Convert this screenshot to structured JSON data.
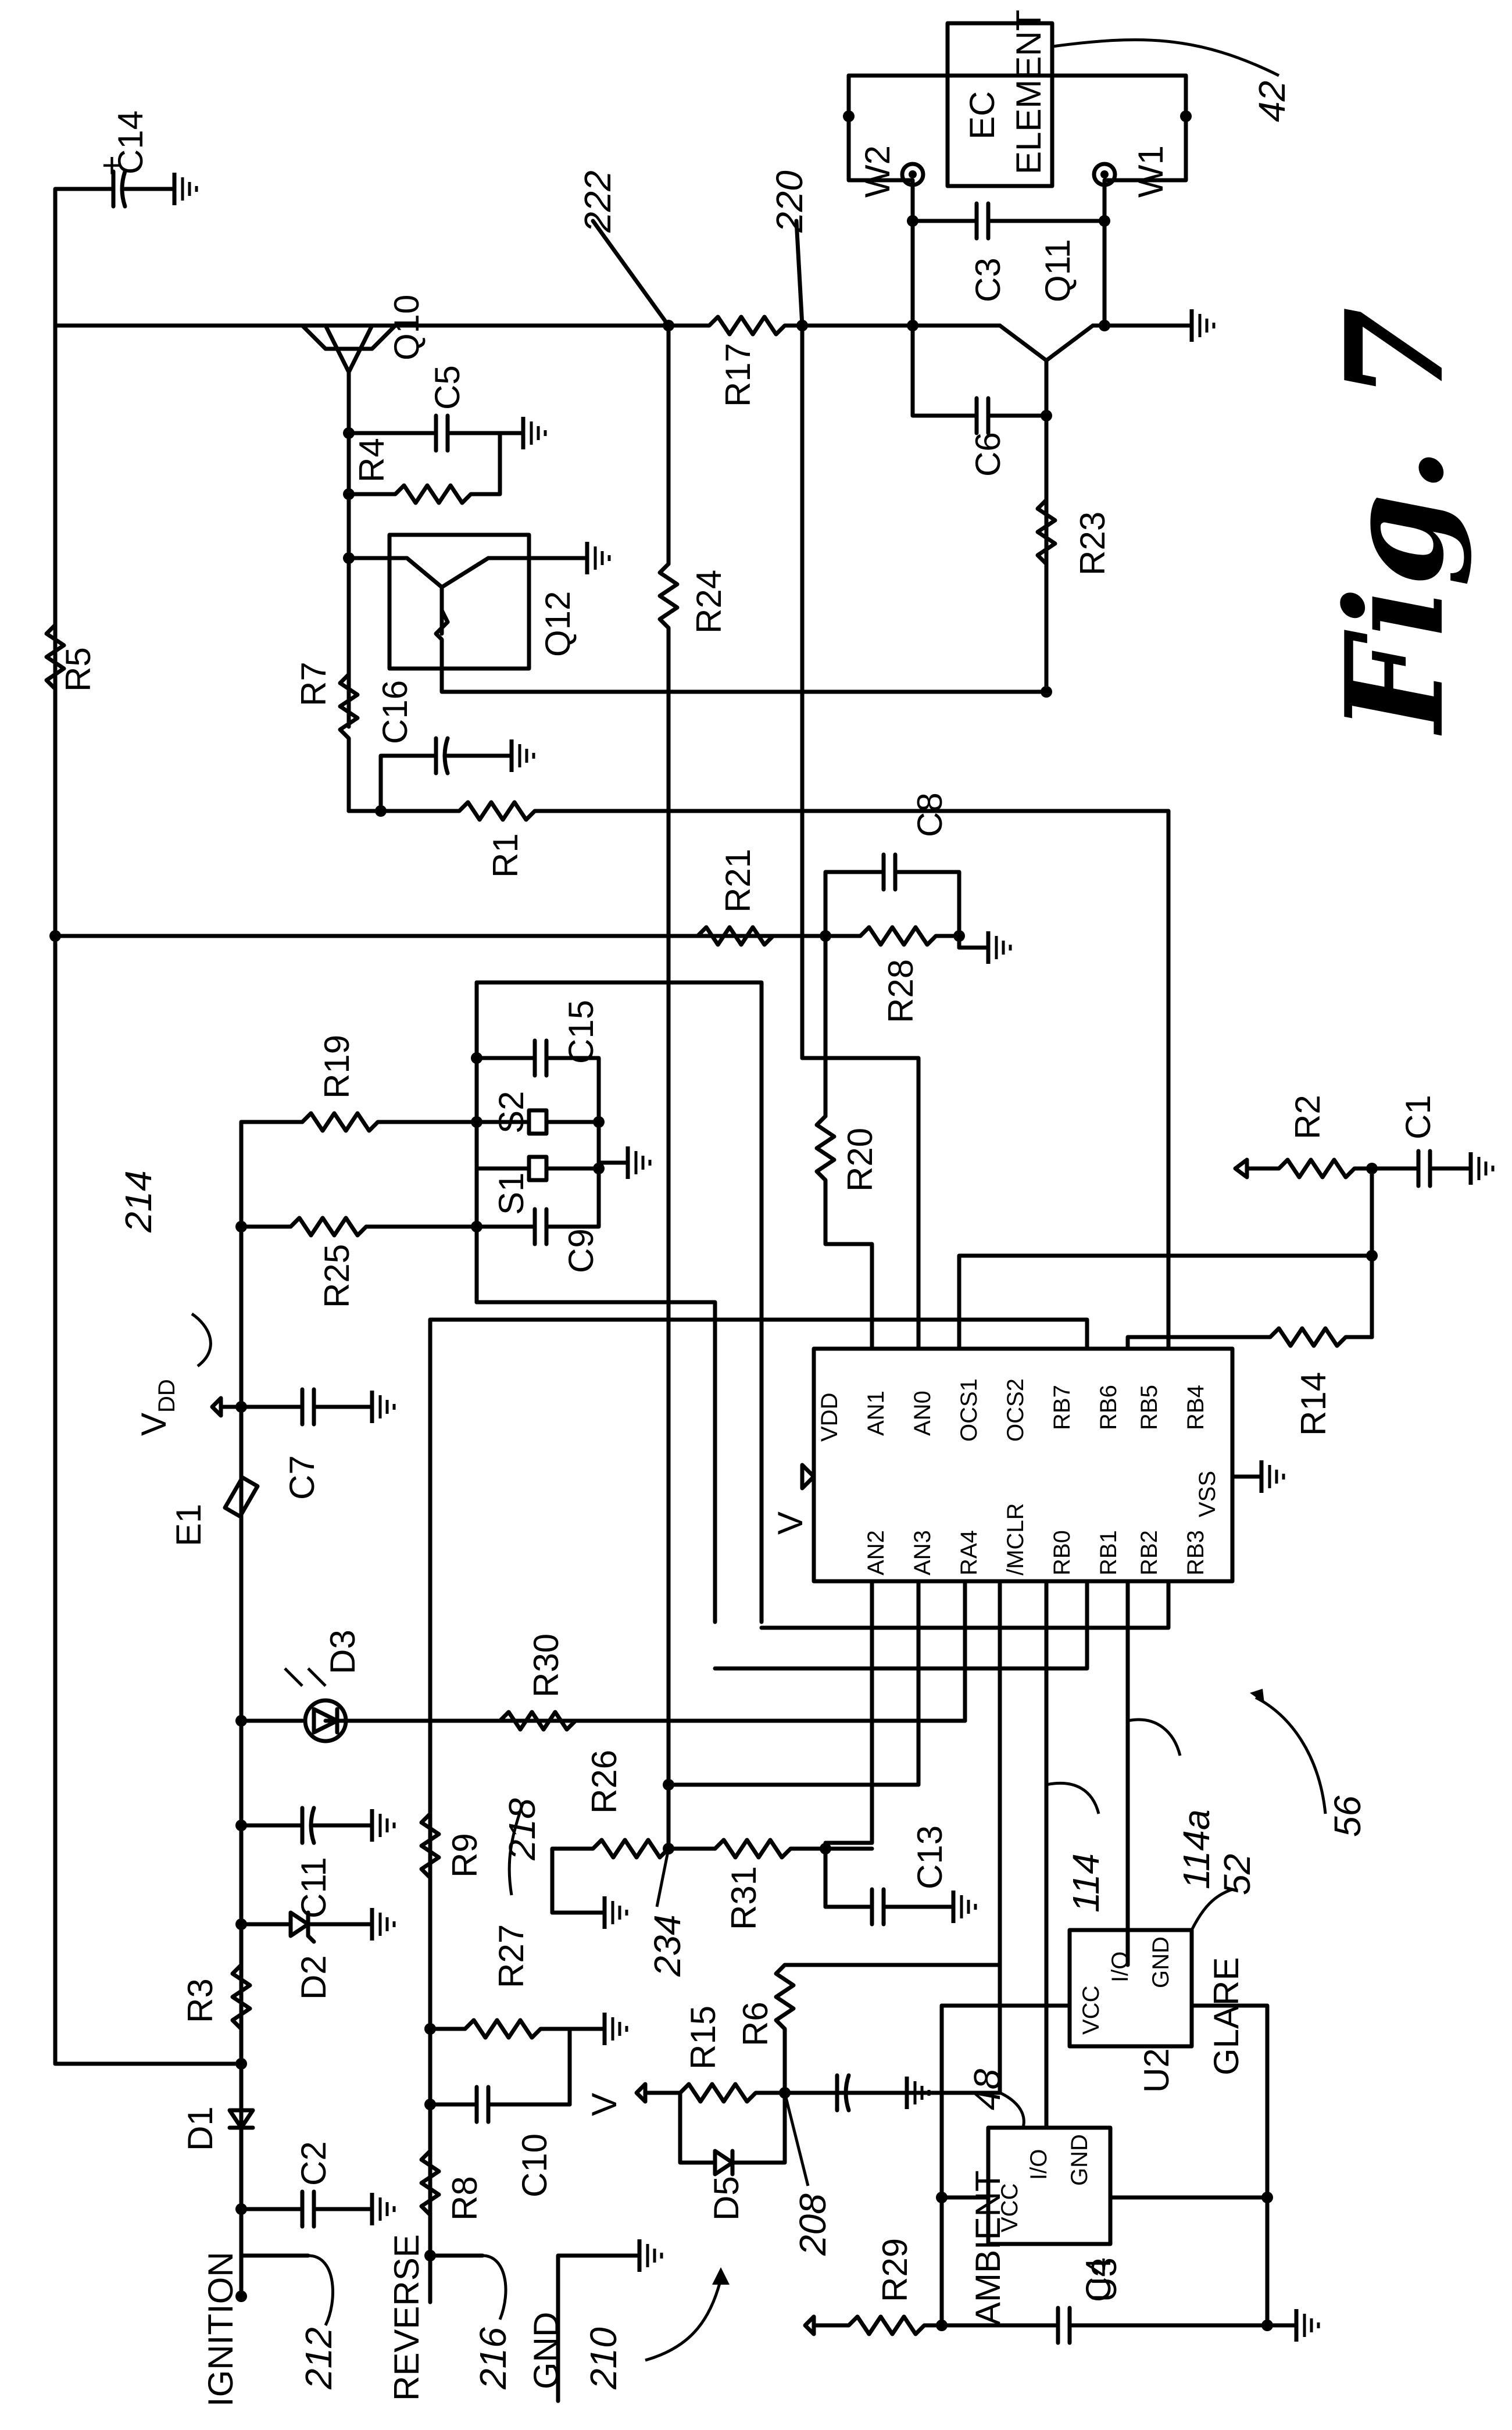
{
  "figure": {
    "title": "Fig. 7"
  },
  "refs": {
    "r42": "42",
    "r222": "222",
    "r220": "220",
    "r214": "214",
    "r218": "218",
    "r234": "234",
    "r208": "208",
    "r210": "210",
    "r212": "212",
    "r216": "216",
    "r114": "114",
    "r114a": "114a",
    "r56": "56",
    "r52": "52",
    "r48": "48"
  },
  "labels": {
    "ec1": "EC",
    "ec2": "ELEMENT",
    "w1": "W1",
    "w2": "W2",
    "c14": "C14",
    "q10": "Q10",
    "c5": "C5",
    "r4": "R4",
    "r17": "R17",
    "c3": "C3",
    "q11": "Q11",
    "c6": "C6",
    "r23": "R23",
    "r5": "R5",
    "r7": "R7",
    "q12": "Q12",
    "r24": "R24",
    "c16": "C16",
    "r1": "R1",
    "r21": "R21",
    "c8": "C8",
    "r28": "R28",
    "c15": "C15",
    "r19": "R19",
    "s2": "S2",
    "s1": "S1",
    "c9": "C9",
    "r25": "R25",
    "r20": "R20",
    "r2": "R2",
    "c1": "C1",
    "r14": "R14",
    "vdd": "V",
    "vdd_sub": "DD",
    "c7": "C7",
    "e1": "E1",
    "d3": "D3",
    "r30": "R30",
    "r26": "R26",
    "c11": "C11",
    "d2": "D2",
    "r9": "R9",
    "r3": "R3",
    "r27": "R27",
    "r31": "R31",
    "c13": "C13",
    "d1": "D1",
    "c2": "C2",
    "r8": "R8",
    "c10": "C10",
    "r15": "R15",
    "r6": "R6",
    "d5": "D5",
    "r29": "R29",
    "c4": "C4",
    "u2": "U2",
    "u3": "U3",
    "ignition": "IGNITION",
    "reverse": "REVERSE",
    "gnd": "GND",
    "ambient": "AMBIENT",
    "glare": "GLARE",
    "vdd_mcu": "V"
  },
  "mcu": {
    "left_pins": [
      "AN2",
      "AN3",
      "RA4",
      "/MCLR",
      "RB0",
      "RB1",
      "RB2",
      "RB3"
    ],
    "right_pins": [
      "AN1",
      "AN0",
      "OCS1",
      "OCS2",
      "RB7",
      "RB6",
      "RB5",
      "RB4"
    ],
    "vdd": "VDD",
    "vss": "VSS"
  },
  "sensors": {
    "u2": {
      "vcc": "VCC",
      "io": "I/O",
      "gnd": "GND"
    },
    "u3": {
      "vcc": "VCC",
      "io": "I/O",
      "gnd": "GND"
    }
  }
}
